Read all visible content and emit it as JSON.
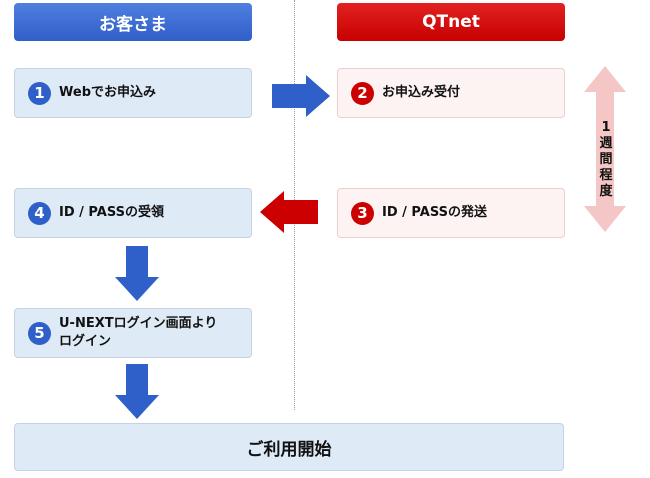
{
  "columns": {
    "customer": "お客さま",
    "provider": "QTnet"
  },
  "steps": [
    {
      "number": "1",
      "label": "Webでお申込み"
    },
    {
      "number": "2",
      "label": "お申込み受付"
    },
    {
      "number": "3",
      "label": "ID / PASSの発送"
    },
    {
      "number": "4",
      "label": "ID / PASSの受領"
    },
    {
      "number": "5",
      "label_line1": "U-NEXTログイン画面より",
      "label_line2": "ログイン"
    }
  ],
  "duration_label": [
    "1",
    "週",
    "間",
    "程",
    "度"
  ],
  "final": {
    "label": "ご利用開始"
  },
  "colors": {
    "customer_accent": "#2f5fc8",
    "provider_accent": "#cc0000",
    "customer_box": "#dfeaf7",
    "provider_box": "#fdf3f3",
    "duration_arrow": "#f4c6c6"
  }
}
